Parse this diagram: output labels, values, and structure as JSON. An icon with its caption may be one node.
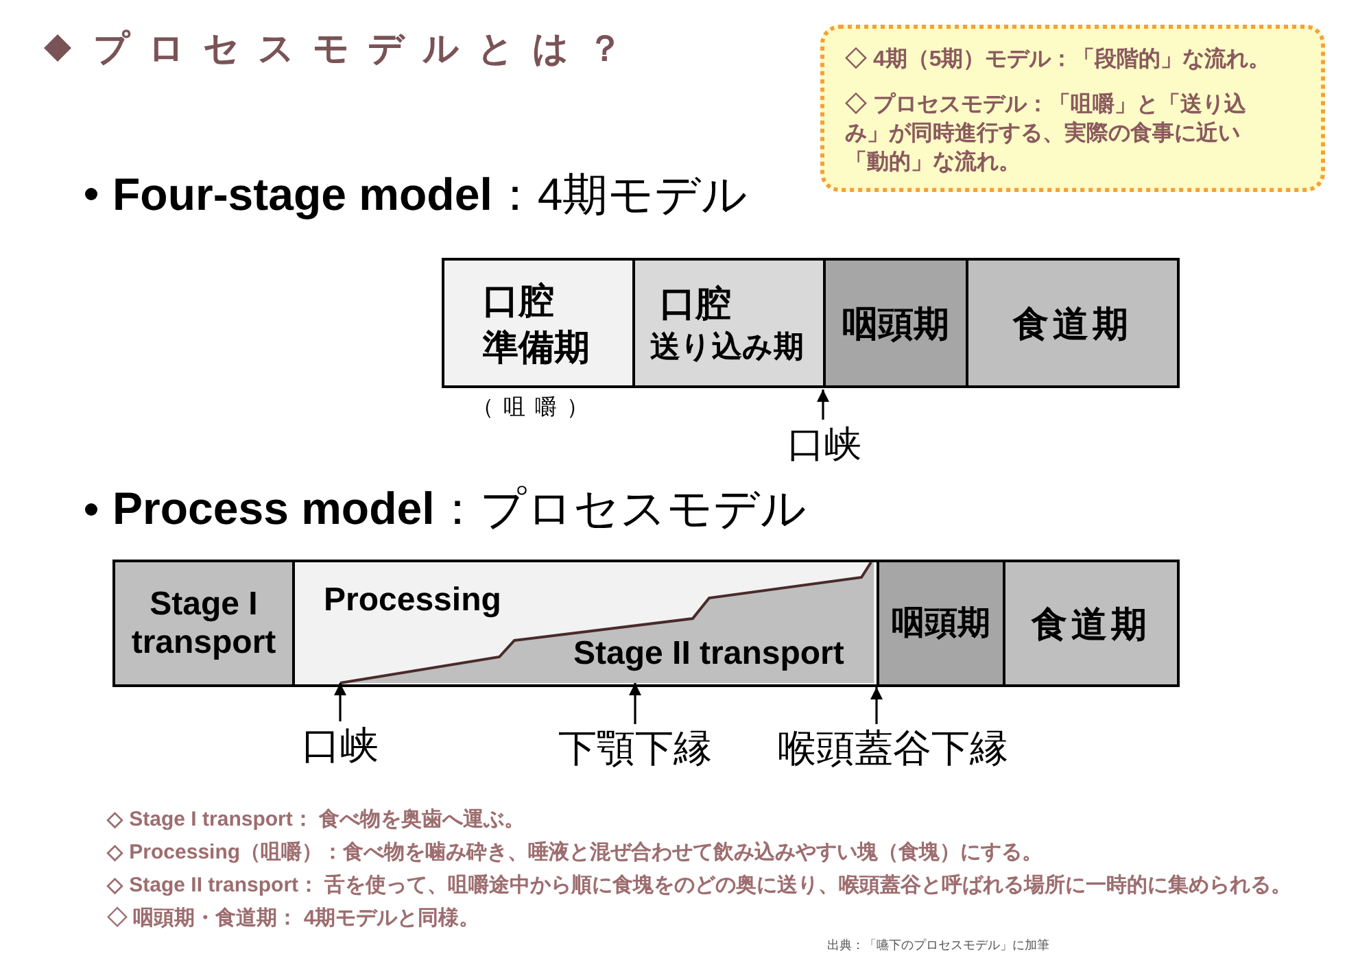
{
  "diagram": {
    "title": "プロセスモデルとは？",
    "nodes": [
      {
        "text": [
          "◇ 4期（5期）モデル：「段階的」な流れ。",
          "◇ プロセスモデル：「咀嚼」と「送り込み」が同時進行する、実際の食事に近い「動的」な流れ。"
        ]
      },
      {
        "text": [
          "口腔",
          "準備期"
        ],
        "beside": [
          "（咀嚼）"
        ]
      },
      {
        "text": [
          "口腔",
          "送り込み期"
        ]
      },
      {
        "text": [
          "咽頭期"
        ]
      },
      {
        "text": [
          "食道期"
        ]
      },
      {
        "text": [
          "口峡"
        ]
      },
      {
        "text": [
          "Stage I transport"
        ]
      },
      {
        "text": [
          "Processing"
        ]
      },
      {
        "text": [
          "Stage II transport"
        ],
        "in": 7
      },
      {
        "text": [
          "咽頭期"
        ]
      },
      {
        "text": [
          "食道期"
        ]
      },
      {
        "text": [
          "口峡"
        ]
      },
      {
        "text": [
          "下顎下縁"
        ]
      },
      {
        "text": [
          "喉頭蓋谷下縁"
        ]
      }
    ],
    "edges": [
      {
        "from": 5,
        "to": null,
        "arrow": "to"
      },
      {
        "from": 11,
        "to": 8,
        "arrow": "to"
      },
      {
        "from": 12,
        "to": 8,
        "arrow": "to"
      },
      {
        "from": 13,
        "to": 9,
        "arrow": "to"
      }
    ],
    "labels": [
      "**Four-stage model**：4期モデル",
      "**Process model**：プロセスモデル",
      "◇ Stage I transport： 食べ物を奥歯へ運ぶ。",
      "◇ Processing（咀嚼）：食べ物を噛み砕き、唾液と混ぜ合わせて飲み込みやすい塊（食塊）にする。",
      "◇ Stage II transport： 舌を使って、咀嚼途中から順に食塊をのどの奥に送り、喉頭蓋谷と呼ばれる場所に一時的に集められる。",
      "◇ 咽頭期・食道期： 4期モデルと同様。",
      "出典：「嚥下のプロセスモデル」に加筆"
    ]
  }
}
